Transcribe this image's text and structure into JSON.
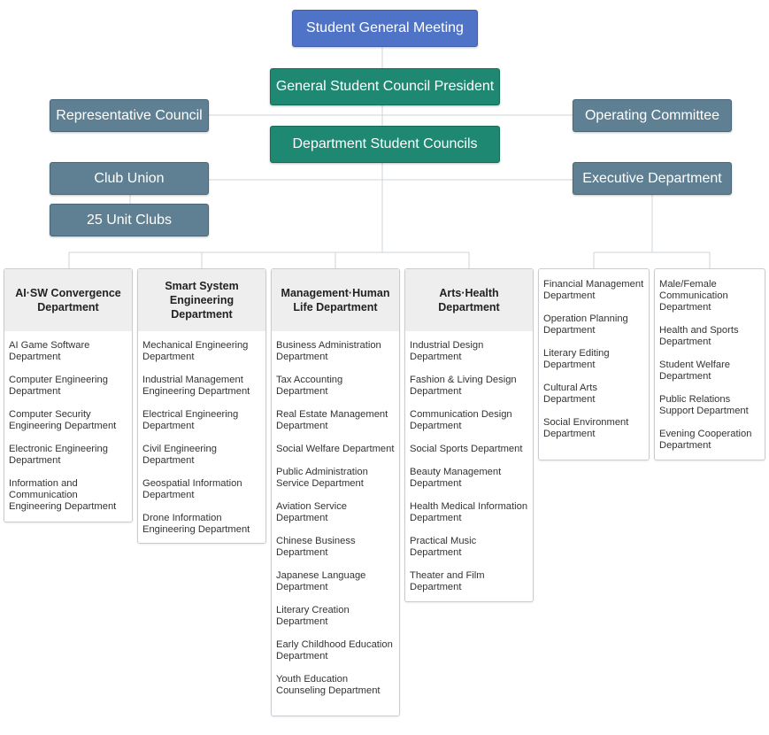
{
  "top": {
    "general_meeting": "Student General Meeting",
    "president": "General Student Council President",
    "representative_council": "Representative Council",
    "operating_committee": "Operating Committee",
    "department_councils": "Department Student Councils",
    "club_union": "Club Union",
    "unit_clubs": "25 Unit Clubs",
    "executive_department": "Executive Department"
  },
  "colors": {
    "meeting": "#4f73c6",
    "council": "#1f8872",
    "side": "#5f7f93"
  },
  "departments": [
    {
      "title": "AI·SW Convergence Department",
      "items": [
        "AI Game Software Department",
        "Computer Engineering Department",
        "Computer Security Engineering Department",
        "Electronic Engineering Department",
        "Information and Communication Engineering Department"
      ]
    },
    {
      "title": "Smart System Engineering Department",
      "items": [
        "Mechanical Engineering Department",
        "Industrial Management Engineering Department",
        "Electrical Engineering Department",
        "Civil Engineering Department",
        "Geospatial Information Department",
        "Drone Information Engineering Department"
      ]
    },
    {
      "title": "Management·Human Life Department",
      "items": [
        "Business Administration Department",
        "Tax Accounting Department",
        "Real Estate Management Department",
        "Social Welfare Department",
        "Public Administration Service Department",
        "Aviation Service Department",
        "Chinese Business Department",
        "Japanese Language Department",
        "Literary Creation Department",
        "Early Childhood Education Department",
        "Youth Education Counseling Department"
      ]
    },
    {
      "title": "Arts·Health Department",
      "items": [
        "Industrial Design Department",
        "Fashion & Living Design Department",
        "Communication Design Department",
        "Social Sports Department",
        "Beauty Management Department",
        "Health Medical Information Department",
        "Practical Music Department",
        "Theater and Film Department"
      ]
    }
  ],
  "executive_lists": [
    {
      "items": [
        "Financial Management Department",
        "Operation Planning Department",
        "Literary Editing Department",
        "Cultural Arts Department",
        "Social Environment Department"
      ]
    },
    {
      "items": [
        "Male/Female Communication Department",
        "Health and Sports Department",
        "Student Welfare Department",
        "Public Relations Support Department",
        "Evening Cooperation Department"
      ]
    }
  ]
}
